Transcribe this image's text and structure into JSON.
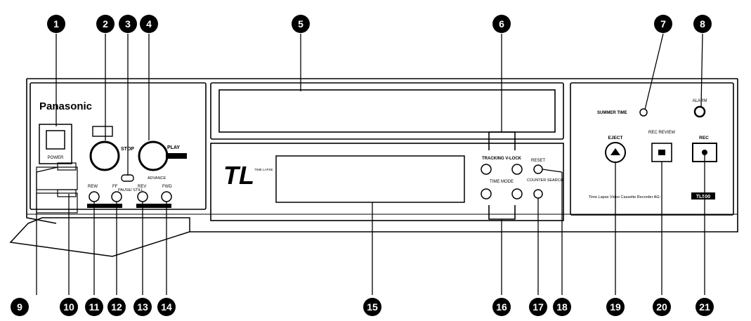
{
  "brand": "Panasonic",
  "power": {
    "label": "POWER"
  },
  "transport": {
    "stop_label": "STOP",
    "play_label": "PLAY",
    "pause_label": "PAUSE/ STILL",
    "rew_label": "REW",
    "ff_label": "FF",
    "advance_label": "ADVANCE",
    "rev_label": "REV",
    "fwd_label": "FWD"
  },
  "logo": {
    "mark": "TL",
    "sub": "TIME LAPSE"
  },
  "center": {
    "tracking_label": "TRACKING V-LOCK",
    "time_mode_label": "TIME MODE",
    "reset_label": "RESET",
    "counter_search_label": "COUNTER SEARCH"
  },
  "right": {
    "summer_time_label": "SUMMER TIME",
    "alarm_label": "ALARM",
    "eject_label": "EJECT",
    "rec_review_label": "REC REVIEW",
    "rec_label": "REC",
    "model_text": "Time Lapse Video Cassette Recorder AG-",
    "model_code": "TL500"
  },
  "callouts_top": [
    "1",
    "2",
    "3",
    "4",
    "5",
    "6",
    "7",
    "8"
  ],
  "callouts_bottom": [
    "9",
    "10",
    "11",
    "12",
    "13",
    "14",
    "15",
    "16",
    "17",
    "18",
    "19",
    "20",
    "21"
  ]
}
